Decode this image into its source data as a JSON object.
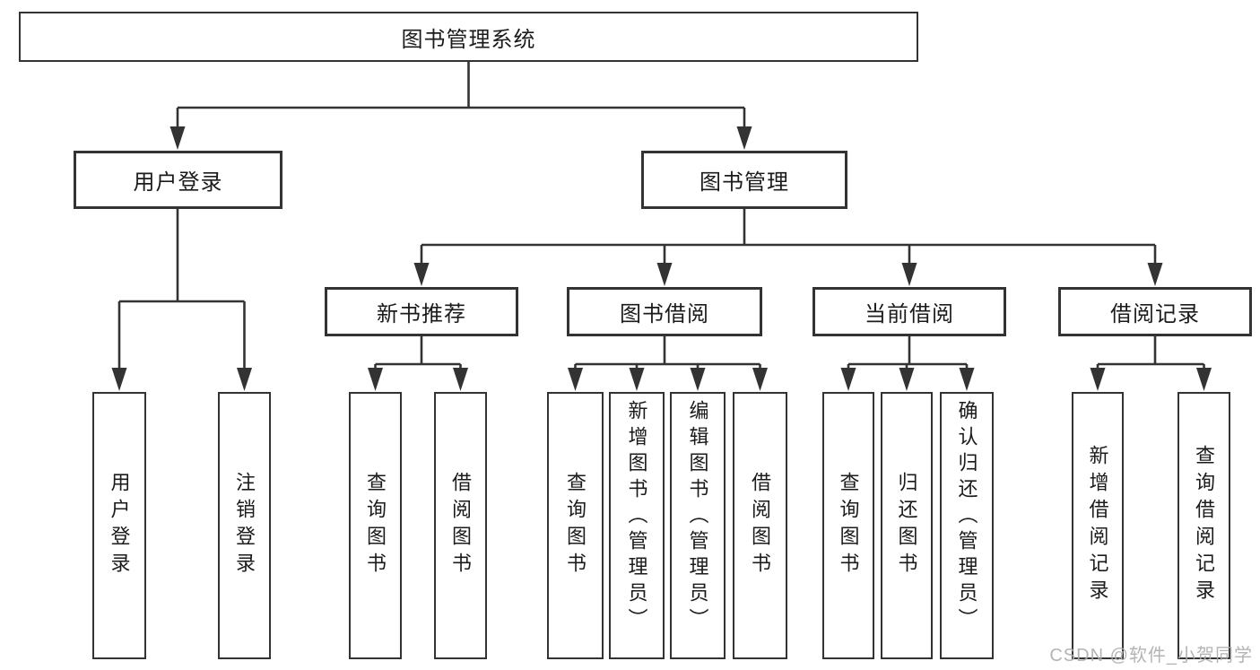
{
  "diagram": {
    "root": {
      "label": "图书管理系统"
    },
    "level2": {
      "user_login": {
        "label": "用户登录"
      },
      "book_management": {
        "label": "图书管理"
      }
    },
    "level3": {
      "new_book_recommend": {
        "label": "新书推荐"
      },
      "book_borrow": {
        "label": "图书借阅"
      },
      "current_borrow": {
        "label": "当前借阅"
      },
      "borrow_records": {
        "label": "借阅记录"
      }
    },
    "leaves": {
      "user_login_group": [
        "用户登录",
        "注销登录"
      ],
      "recommend_group": [
        "查询图书",
        "借阅图书"
      ],
      "borrow_group": [
        "查询图书",
        "新增图书（管理员）",
        "编辑图书（管理员）",
        "借阅图书"
      ],
      "current_group": [
        "查询图书",
        "归还图书",
        "确认归还（管理员）"
      ],
      "records_group": [
        "新增借阅记录",
        "查询借阅记录"
      ]
    }
  },
  "watermark": {
    "text": "CSDN @软件_小贺同学"
  },
  "colors": {
    "line": "#333333",
    "box_border": "#333333",
    "text": "#1b1b1b",
    "background": "#ffffff",
    "watermark": "#acacac"
  }
}
